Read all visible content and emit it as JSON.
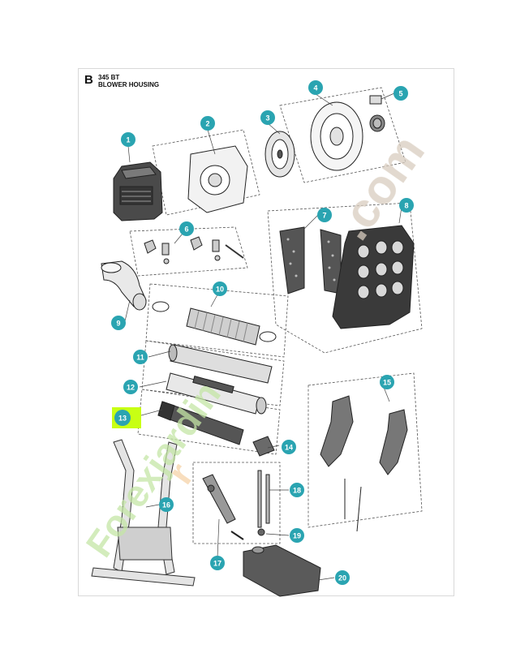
{
  "header": {
    "letter": "B",
    "model": "345 BT",
    "title": "BLOWER HOUSING"
  },
  "highlighted_part": "13",
  "colors": {
    "callout": "#2aa4b1",
    "highlight": "#c8ff14",
    "watermark_green": "#c4e6a6",
    "watermark_orange": "#f6d3a9",
    "watermark_gray": "#d9cdbf"
  },
  "watermark": {
    "text_green": "Forexjardin",
    "text_orange": "r",
    "text_gray": ".com"
  },
  "callouts": [
    "1",
    "2",
    "3",
    "4",
    "5",
    "6",
    "7",
    "8",
    "9",
    "10",
    "11",
    "12",
    "13",
    "14",
    "15",
    "16",
    "17",
    "18",
    "19",
    "20"
  ]
}
